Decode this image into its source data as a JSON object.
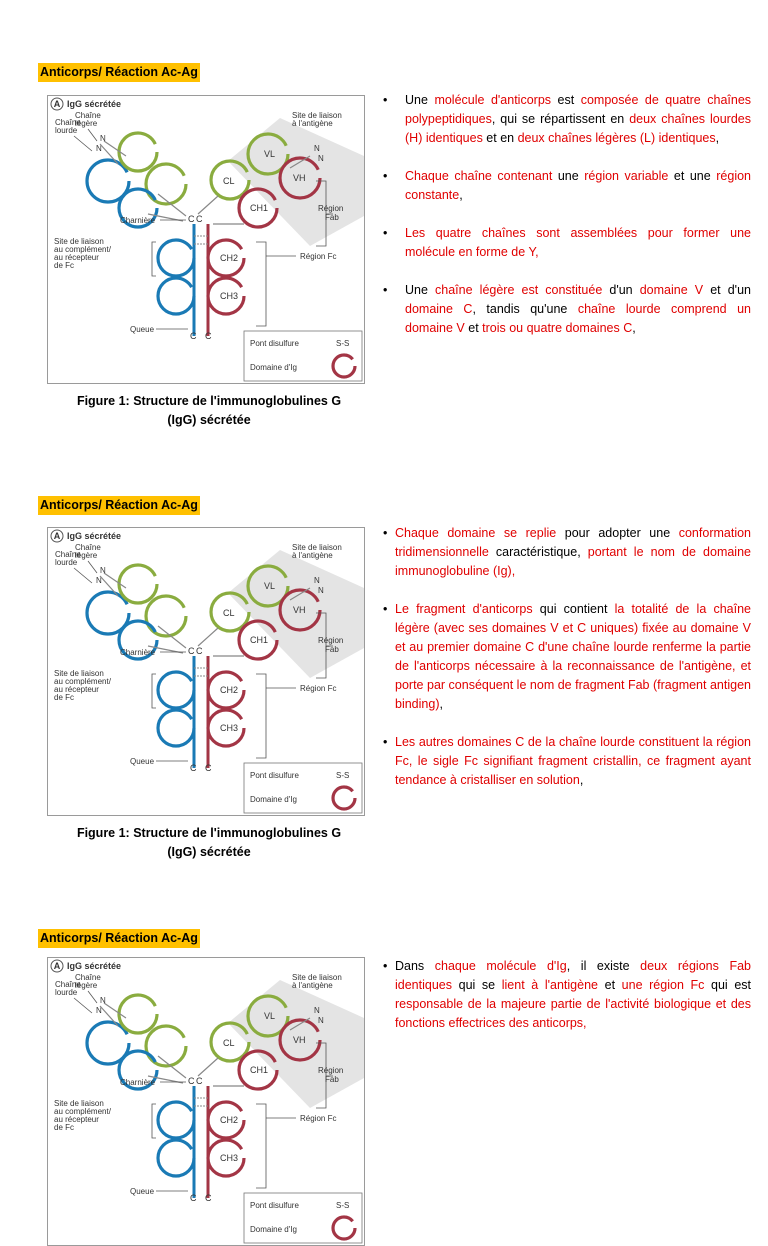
{
  "colors": {
    "heavy": "#1a7ab5",
    "light": "#8aac3f",
    "heavy_const": "#a33545",
    "title_bg": "#ffc000",
    "emphasis": "#e00000"
  },
  "figure": {
    "panel_letter": "A",
    "panel_title": "IgG sécrétée",
    "chaine_lourde": [
      "Chaîne",
      "lourde"
    ],
    "chaine_legere": [
      "Chaîne",
      "légère"
    ],
    "site_antigene": [
      "Site de liaison",
      "à l'antigène"
    ],
    "vl": "VL",
    "vh": "VH",
    "cl": "CL",
    "ch1": "CH1",
    "ch2": "CH2",
    "ch3": "CH3",
    "n": "N",
    "c": "C",
    "region_fab": [
      "Région",
      "Fab"
    ],
    "charniere": "Charnière",
    "site_complement": [
      "Site de liaison",
      "au complément/",
      "au récepteur",
      "de Fc"
    ],
    "region_fc": "Région Fc",
    "queue": "Queue",
    "pont_disulfure": "Pont disulfure",
    "ss": "S-S",
    "domaine_ig": "Domaine d'Ig"
  },
  "slides": [
    {
      "title": "Anticorps/ Réaction Ac-Ag",
      "caption_l1": "Figure 1:  Structure de l'immunoglobulines G",
      "caption_l2": "(IgG) sécrétée",
      "bullets": [
        [
          [
            "Une ",
            0
          ],
          [
            "molécule d'anticorps",
            1
          ],
          [
            " est ",
            0
          ],
          [
            "composée de quatre chaînes polypeptidiques",
            1
          ],
          [
            ", qui se répartissent en ",
            0
          ],
          [
            "deux chaînes lourdes (H) identiques",
            1
          ],
          [
            " et en ",
            0
          ],
          [
            "deux chaînes légères (L) identiques",
            1
          ],
          [
            ",",
            0
          ]
        ],
        [
          [
            "Chaque chaîne contenant ",
            1
          ],
          [
            "une ",
            0
          ],
          [
            "région variable",
            1
          ],
          [
            " et une ",
            0
          ],
          [
            "région constante",
            1
          ],
          [
            ",",
            0
          ]
        ],
        [
          [
            "Les quatre chaînes sont assemblées pour former une molécule en forme de Y,",
            1
          ]
        ],
        [
          [
            "Une ",
            0
          ],
          [
            "chaîne légère est constituée",
            1
          ],
          [
            " d'un ",
            0
          ],
          [
            "domaine V",
            1
          ],
          [
            " et d'un ",
            0
          ],
          [
            "domaine C",
            1
          ],
          [
            ", tandis qu'une ",
            0
          ],
          [
            "chaîne lourde comprend un domaine V",
            1
          ],
          [
            " et ",
            0
          ],
          [
            "trois ou quatre domaines C",
            1
          ],
          [
            ",",
            0
          ]
        ]
      ]
    },
    {
      "title": "Anticorps/ Réaction Ac-Ag",
      "caption_l1": "Figure 1:  Structure de l'immunoglobulines G",
      "caption_l2": "(IgG) sécrétée",
      "bullets": [
        [
          [
            "Chaque domaine se replie",
            1
          ],
          [
            " pour adopter une ",
            0
          ],
          [
            "conformation tridimensionnelle",
            1
          ],
          [
            " caractéristique, ",
            0
          ],
          [
            "portant le nom de domaine immunoglobuline (Ig),",
            1
          ]
        ],
        [
          [
            "Le fragment d'anticorps",
            1
          ],
          [
            " qui contient ",
            0
          ],
          [
            "la totalité de la chaîne légère (avec ses domaines V et C uniques) fixée au domaine V et au premier domaine C d'une chaîne lourde renferme la partie de l'anticorps nécessaire à la reconnaissance de l'antigène, et porte par conséquent le nom de fragment Fab (fragment antigen binding)",
            1
          ],
          [
            ",",
            0
          ]
        ],
        [
          [
            "Les autres domaines C de la chaîne lourde constituent la région Fc, le sigle Fc signifiant fragment cristallin, ce fragment ayant tendance à cristalliser en solution",
            1
          ],
          [
            ",",
            0
          ]
        ]
      ]
    },
    {
      "title": "Anticorps/ Réaction Ac-Ag",
      "bullets": [
        [
          [
            "Dans ",
            0
          ],
          [
            "chaque molécule d'Ig",
            1
          ],
          [
            ", il existe ",
            0
          ],
          [
            "deux régions Fab identiques",
            1
          ],
          [
            " qui se ",
            0
          ],
          [
            "lient à l'antigène",
            1
          ],
          [
            " et ",
            0
          ],
          [
            "une région Fc",
            1
          ],
          [
            " qui est ",
            0
          ],
          [
            "responsable de la majeure partie de l'activité biologique et des fonctions effectrices des anticorps,",
            1
          ]
        ]
      ]
    }
  ]
}
